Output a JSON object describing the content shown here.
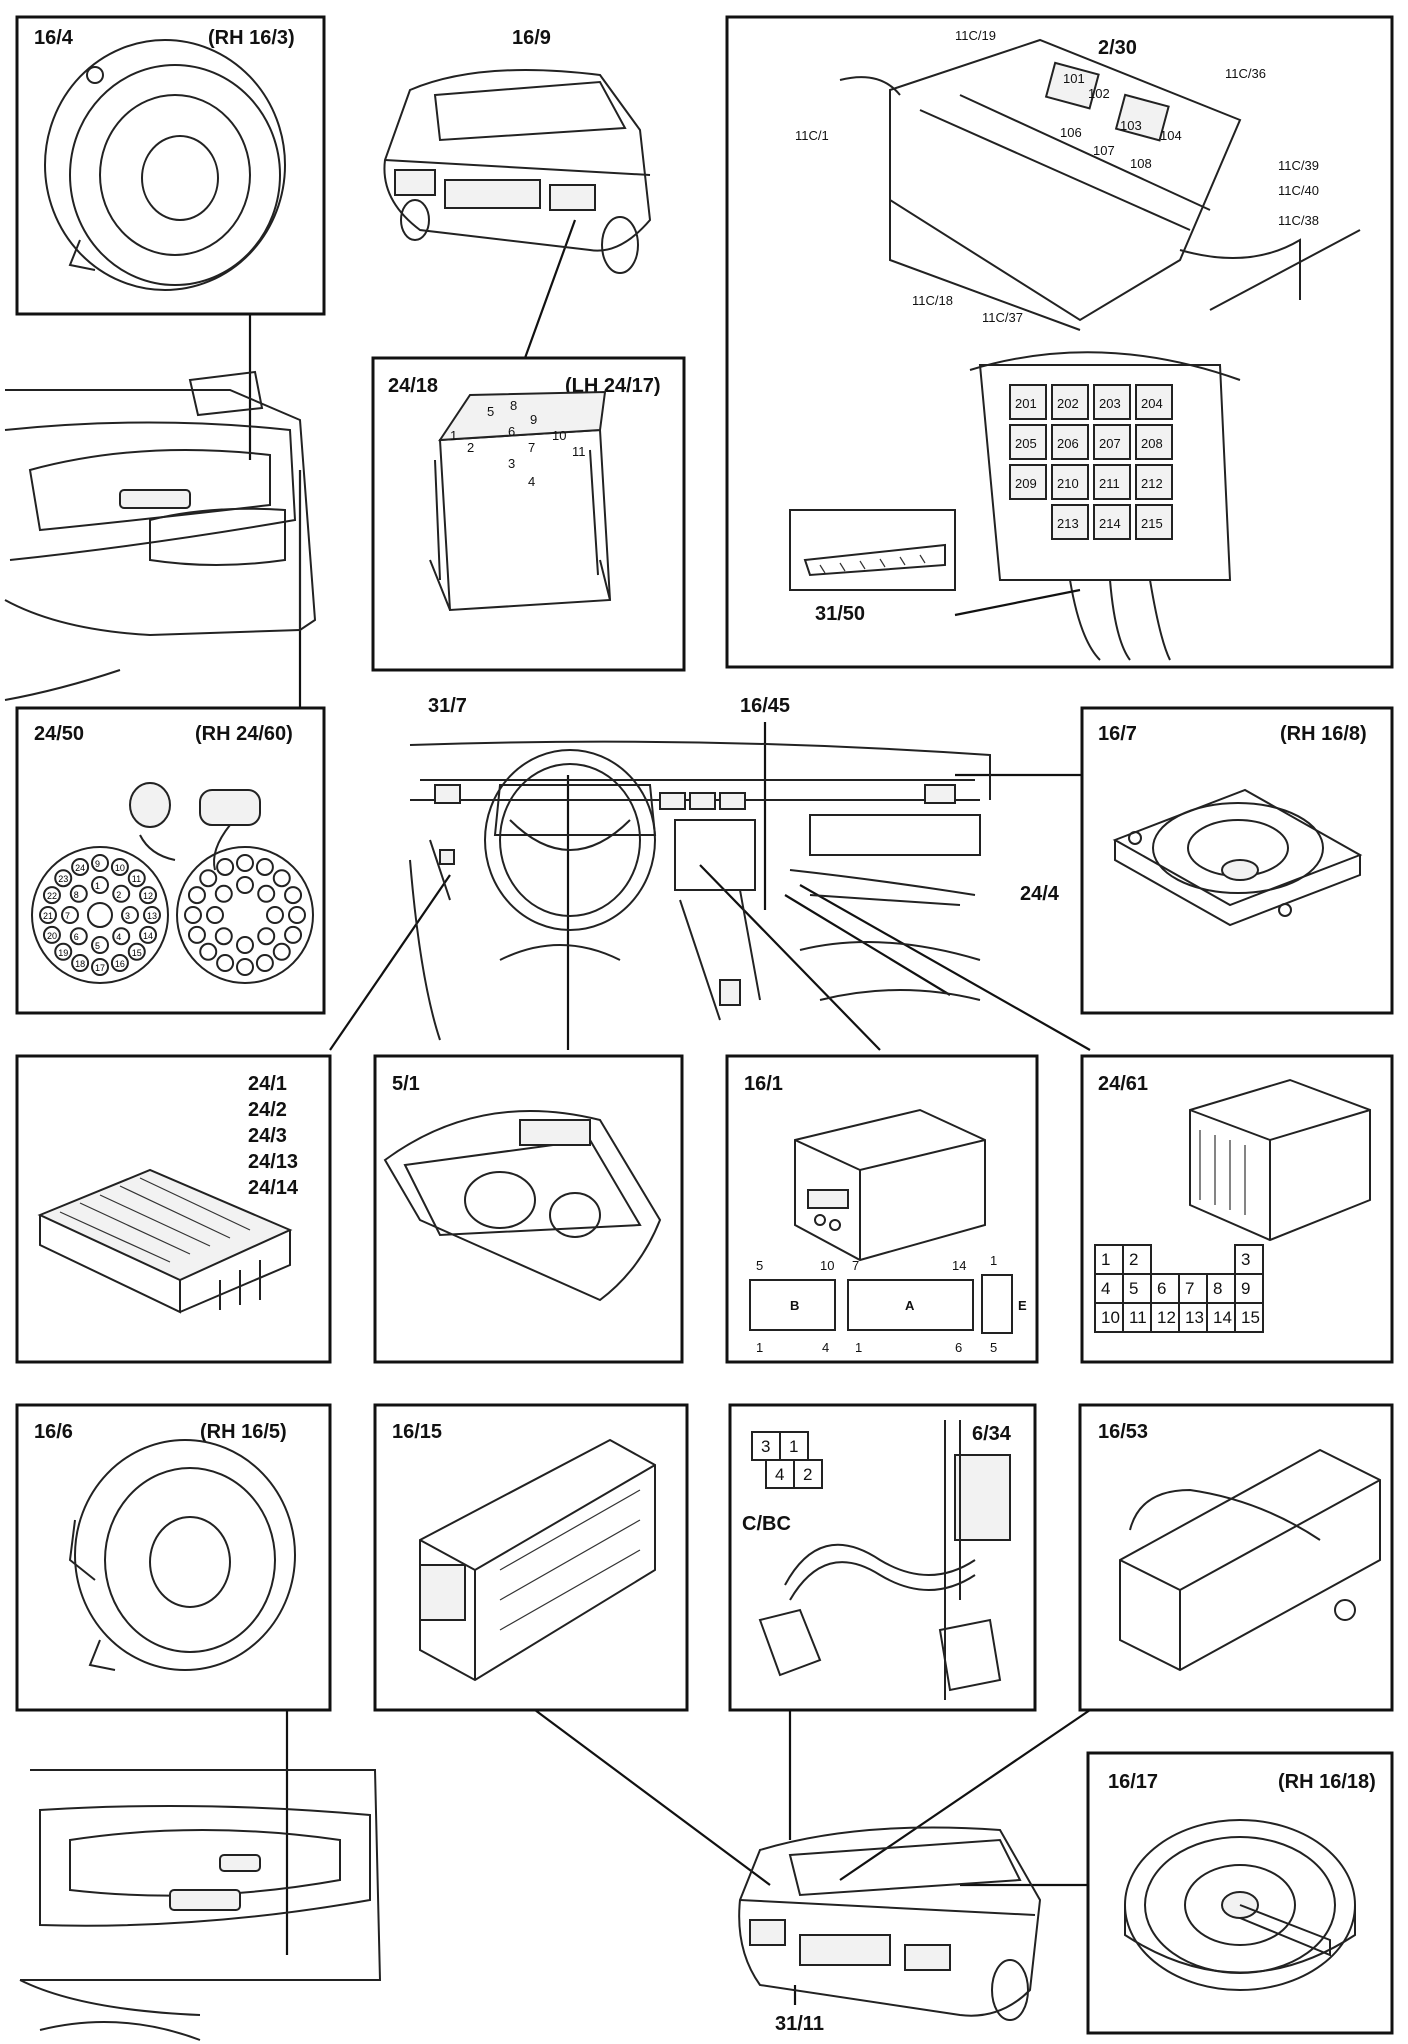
{
  "boxes": [
    {
      "id": "16-4",
      "labels": [
        "16/4",
        "(RH 16/3)"
      ]
    },
    {
      "id": "24-18",
      "labels": [
        "24/18",
        "(LH 24/17)"
      ]
    },
    {
      "id": "fusebox",
      "labels": [
        "2/30",
        "31/50"
      ]
    },
    {
      "id": "24-50",
      "labels": [
        "24/50",
        "(RH 24/60)"
      ]
    },
    {
      "id": "16-7",
      "labels": [
        "16/7",
        "(RH 16/8)"
      ]
    },
    {
      "id": "24-1",
      "labels": [
        "24/1",
        "24/2",
        "24/3",
        "24/13",
        "24/14"
      ]
    },
    {
      "id": "5-1",
      "labels": [
        "5/1"
      ]
    },
    {
      "id": "16-1",
      "labels": [
        "16/1"
      ]
    },
    {
      "id": "24-61",
      "labels": [
        "24/61"
      ]
    },
    {
      "id": "16-6",
      "labels": [
        "16/6",
        "(RH 16/5)"
      ]
    },
    {
      "id": "16-15",
      "labels": [
        "16/15"
      ]
    },
    {
      "id": "6-34",
      "labels": [
        "6/34",
        "C/BC"
      ]
    },
    {
      "id": "16-53",
      "labels": [
        "16/53"
      ]
    },
    {
      "id": "16-17",
      "labels": [
        "16/17",
        "(RH 16/18)"
      ]
    }
  ],
  "callouts": {
    "rear_car_top": "16/9",
    "dash_left": "31/7",
    "dash_center": "16/45",
    "dash_right": "24/4",
    "rear_car_bottom": "31/11"
  },
  "fusebox": {
    "connector_labels": [
      "11C/19",
      "11C/1",
      "11C/36",
      "11C/39",
      "11C/40",
      "11C/38",
      "11C/18",
      "11C/37"
    ],
    "relays": [
      "101",
      "102",
      "103",
      "104",
      "106",
      "107",
      "108"
    ],
    "fuses": [
      "201",
      "202",
      "203",
      "204",
      "205",
      "206",
      "207",
      "208",
      "209",
      "210",
      "211",
      "212",
      "213",
      "214",
      "215"
    ]
  },
  "connector_24_18_pins": [
    "1",
    "2",
    "3",
    "4",
    "5",
    "6",
    "7",
    "8",
    "9",
    "10",
    "11"
  ],
  "connector_24_50_pins": [
    "1",
    "2",
    "3",
    "4",
    "5",
    "6",
    "7",
    "8",
    "9",
    "10",
    "11",
    "12",
    "13",
    "14",
    "15",
    "16",
    "17",
    "18",
    "19",
    "20",
    "21",
    "22",
    "23",
    "24"
  ],
  "radio_16_1": {
    "connector_b": {
      "name": "B",
      "pins_top": [
        "5",
        "10"
      ],
      "pins_bottom": [
        "1",
        "4"
      ]
    },
    "connector_a": {
      "name": "A",
      "pins_top": [
        "7",
        "14"
      ],
      "pins_bottom": [
        "1",
        "6"
      ]
    },
    "connector_e": {
      "name": "E",
      "pins_top": [
        "1"
      ],
      "pins_bottom": [
        "5"
      ]
    }
  },
  "connector_24_61_grid": [
    [
      "1",
      "2",
      "",
      "",
      "",
      "3"
    ],
    [
      "4",
      "5",
      "6",
      "7",
      "8",
      "9"
    ],
    [
      "10",
      "11",
      "12",
      "13",
      "14",
      "15"
    ]
  ],
  "connector_cbc_grid": [
    [
      "3",
      "1"
    ],
    [
      "4",
      "2"
    ]
  ]
}
